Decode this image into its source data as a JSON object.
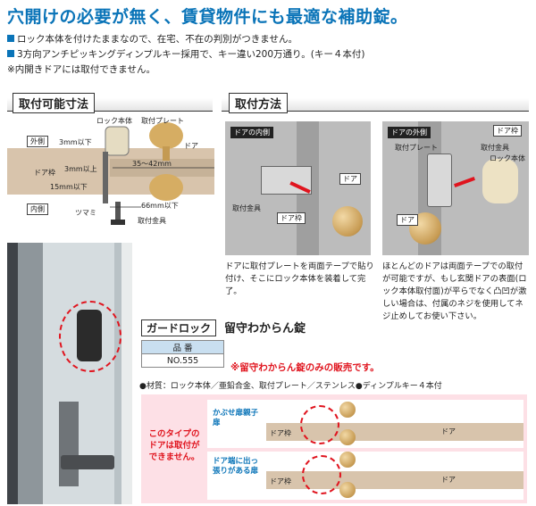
{
  "header": {
    "headline": "穴開けの必要が無く、賃貸物件にも最適な補助錠。",
    "bullet1": "ロック本体を付けたままなので、在宅、不在の判別がつきません。",
    "bullet2": "3方向アンチピッキングディンプルキー採用で、キー違い200万通り。(キー４本付)",
    "note": "※内開きドアには取付できません。"
  },
  "dimensions": {
    "title": "取付可能寸法",
    "lock_body": "ロック本体",
    "plate": "取付プレート",
    "outside": "外側",
    "inside": "内側",
    "door": "ドア",
    "frame": "ドア枠",
    "dim_3_max": "3mm以下",
    "dim_3_min": "3mm以上",
    "dim_15": "15mm以下",
    "dim_35_42": "35～42mm",
    "dim_66": "66mm以下",
    "knob": "ツマミ",
    "bracket": "取付金具"
  },
  "method": {
    "title": "取付方法",
    "left_panel": {
      "tag": "ドアの内側",
      "bracket": "取付金具",
      "door": "ドア",
      "frame": "ドア枠",
      "desc": "ドアに取付プレートを両面テープで貼り付け、そこにロック本体を装着して完了。"
    },
    "right_panel": {
      "tag": "ドアの外側",
      "frame": "ドア枠",
      "plate": "取付プレート",
      "bracket": "取付金具",
      "lock_body": "ロック本体",
      "door": "ドア",
      "desc": "ほとんどのドアは両面テープでの取付が可能ですが、もし玄関ドアの表面(ロック本体取付面)が平らでなく凸凹が激しい場合は、付属のネジを使用してネジ止めしてお使い下さい。"
    }
  },
  "product": {
    "brand": "ガードロック",
    "name": "留守わからん錠",
    "table_header": "品 番",
    "part_no": "NO.555",
    "only_note": "※留守わからん錠のみの販売です。",
    "material": "●材質：ロック本体／亜鉛合金、取付プレート／ステンレス●ディンプルキー４本付"
  },
  "warning": {
    "message": "このタイプのドアは取付ができません。",
    "case1": "かぶせ扉親子扉",
    "case2": "ドア端に出っ張りがある扉",
    "door": "ドア",
    "frame": "ドア枠"
  },
  "colors": {
    "accent": "#0a74b8",
    "alert": "#e0141e",
    "warn_bg": "#fde0e6"
  }
}
